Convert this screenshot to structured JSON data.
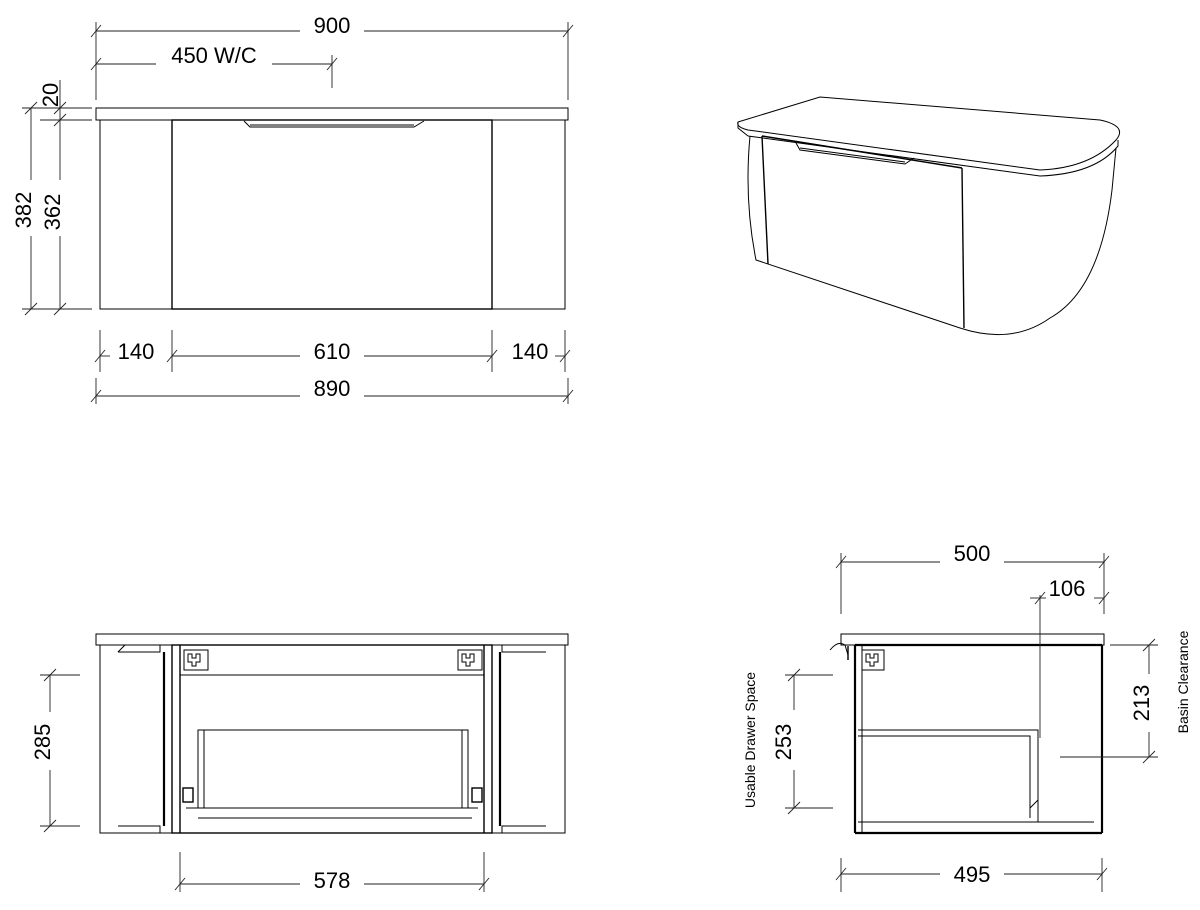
{
  "front_view": {
    "overall_width": "900",
    "wc_offset": "450 W/C",
    "top_thickness": "20",
    "overall_height": "382",
    "body_height": "362",
    "side_left": "140",
    "drawer_front": "610",
    "side_right": "140",
    "body_width": "890"
  },
  "rear_section": {
    "inner_height": "285",
    "inner_width": "578"
  },
  "side_section": {
    "overall_depth": "500",
    "basin_offset": "106",
    "basin_clearance_value": "213",
    "basin_clearance_label": "Basin Clearance",
    "drawer_space_value": "253",
    "drawer_space_label": "Usable Drawer Space",
    "drawer_depth": "495"
  }
}
